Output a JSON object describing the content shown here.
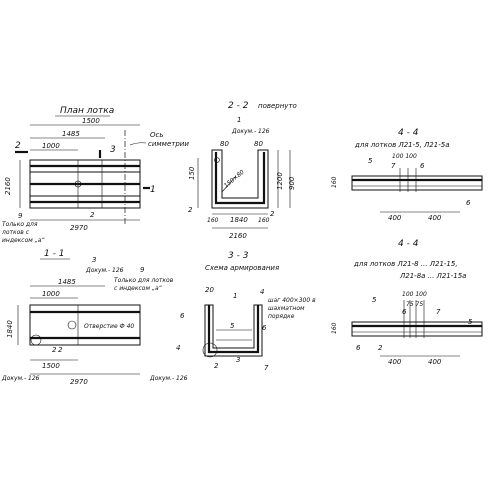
{
  "plan": {
    "title": "План лотка",
    "dim_top": "1500",
    "dim_mid": "1485",
    "dim_low": "1000",
    "dim_side": "2160",
    "dim_bottom": "2970",
    "axis_label": "Ось",
    "axis_label2": "симметрии",
    "marker_2": "2",
    "marker_3": "3",
    "marker_1": "1",
    "pos_9": "9",
    "pos_2": "2",
    "note_1": "Только для",
    "note_2": "лотков с",
    "note_3": "индексом „а“"
  },
  "section_2": {
    "title": "2 - 2",
    "subtitle": "повернуто",
    "callout_1": "1",
    "callout_2": "Докум.- 126",
    "dim_80a": "80",
    "dim_80b": "80",
    "dim_150": "150",
    "dim_1200": "1200",
    "dim_900": "900",
    "dim_160": "160",
    "dim_1840": "1840",
    "dim_160b": "160",
    "dim_2160": "2160",
    "pos_2": "2",
    "pos_2b": "2",
    "angle": "150×80"
  },
  "section_4a": {
    "title": "4 - 4",
    "subtitle": "для лотков  Л21-5, Л21-5а",
    "pos_5": "5",
    "pos_7": "7",
    "pos_6": "6",
    "pos_6b": "6",
    "dims_top": "100 100",
    "dim_400a": "400",
    "dim_400b": "400",
    "dim_left": "160"
  },
  "section_1": {
    "title": "1 - 1",
    "callout_3": "3",
    "callout_doc": "Докум.- 126",
    "callout_9": "9",
    "note_1": "Только для лотков",
    "note_2": "с индексом „а“",
    "hole": "Отверстие Ф 40",
    "dim_1485": "1485",
    "dim_1000": "1000",
    "dim_1500": "1500",
    "dim_2970": "2970",
    "dim_side": "1840",
    "pos_2": "2",
    "pos_2b": "2",
    "doc_left": "Докум.- 126"
  },
  "section_3": {
    "title": "3 - 3",
    "subtitle": "Схема армирования",
    "pos_20": "20",
    "pos_1": "1",
    "pos_4": "4",
    "pos_6": "6",
    "pos_6b": "6",
    "pos_5": "5",
    "pos_4b": "4",
    "pos_2": "2",
    "pos_3": "3",
    "dim_7": "7",
    "note_1": "шаг 400×300 в",
    "note_2": "шахматном",
    "note_3": "порядке",
    "doc": "Докум.- 126"
  },
  "section_4b": {
    "title": "4 - 4",
    "subtitle_1": "для лотков  Л21-8 ... Л21-15,",
    "subtitle_2": "Л21-8а ... Л21-15а",
    "dims_top": "100 100",
    "dims_mid": "75 75",
    "pos_5": "5",
    "pos_6": "6",
    "pos_7": "7",
    "pos_6b": "6",
    "pos_5b": "5",
    "pos_2": "2",
    "dim_400a": "400",
    "dim_400b": "400",
    "dim_left": "160"
  }
}
